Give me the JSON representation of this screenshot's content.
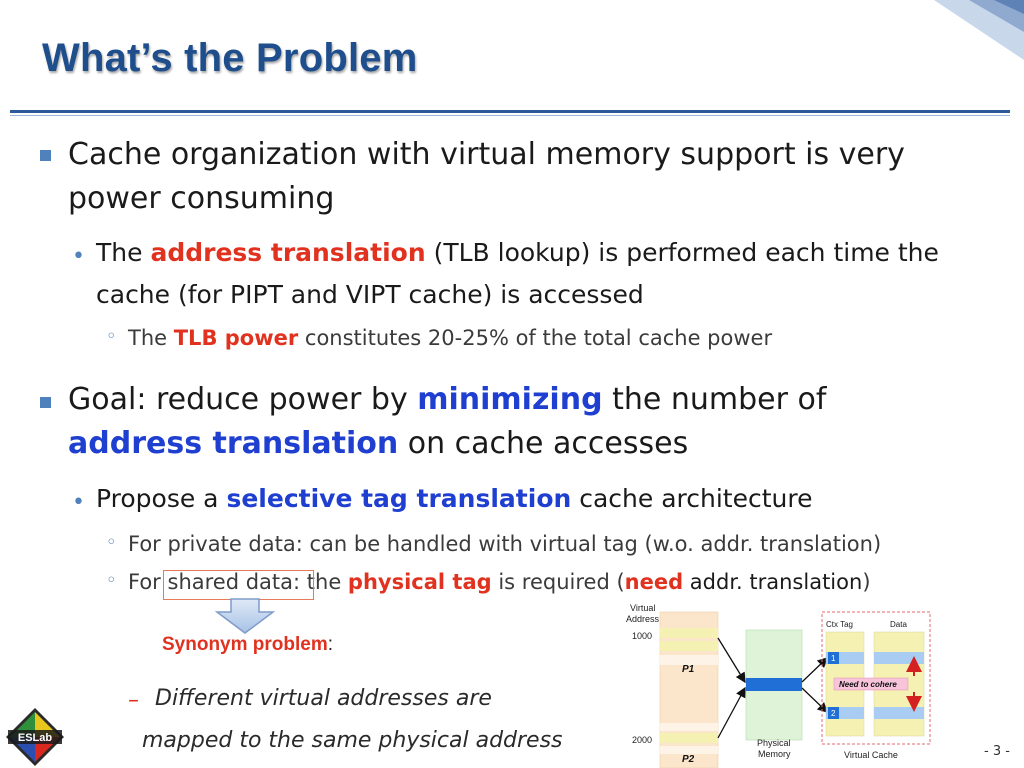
{
  "slide": {
    "title": "What’s the Problem",
    "page_number": "- 3 -"
  },
  "bullets": {
    "b1": {
      "line1": "Cache organization with virtual memory support is very",
      "line2": "power consuming"
    },
    "b1_sub": {
      "pre": "The ",
      "em": "address translation",
      "post": " (TLB lookup) is performed each time the",
      "line2": "cache (for PIPT and VIPT cache) is accessed"
    },
    "b1_subsub": {
      "pre": "The ",
      "em": "TLB power",
      "post": " constitutes 20-25% of the total cache power"
    },
    "b2": {
      "pre": "Goal: reduce power by ",
      "em": "minimizing",
      "post": " the number of",
      "em2": "address translation",
      "post2": " on cache accesses"
    },
    "b2_sub": {
      "pre": "Propose a ",
      "em": "selective tag translation",
      "post": " cache architecture"
    },
    "b2_subsub1": {
      "text": "For private data: can be handled with virtual tag (w.o. addr. translation)"
    },
    "b2_subsub2": {
      "pre": "For ",
      "boxed": "shared data:",
      "mid": " the ",
      "em": "physical tag",
      "mid2": " is required (",
      "em2": "need",
      "post": " addr. translation",
      "close": ")"
    }
  },
  "synonym": {
    "label": "Synonym problem",
    "colon": ":",
    "dash": "–",
    "line1": "Different virtual addresses are",
    "line2": "mapped to the same physical address"
  },
  "logo": {
    "text": "ESLab"
  },
  "diagram": {
    "virtual_label_1": "Virtual",
    "virtual_label_2": "Address",
    "addr_1000": "1000",
    "addr_2000": "2000",
    "p1": "P1",
    "p2": "P2",
    "physical_1": "Physical",
    "physical_2": "Memory",
    "virtual_cache": "Virtual Cache",
    "ctx_tag": "Ctx Tag",
    "data": "Data",
    "entry_1": "1",
    "entry_2": "2",
    "need_to_cohere": "Need to cohere"
  },
  "colors": {
    "title": "#1f4e8c",
    "accent_red": "#e0321f",
    "accent_blue": "#1f3fd0",
    "bullet_blue": "#4f81bd"
  }
}
